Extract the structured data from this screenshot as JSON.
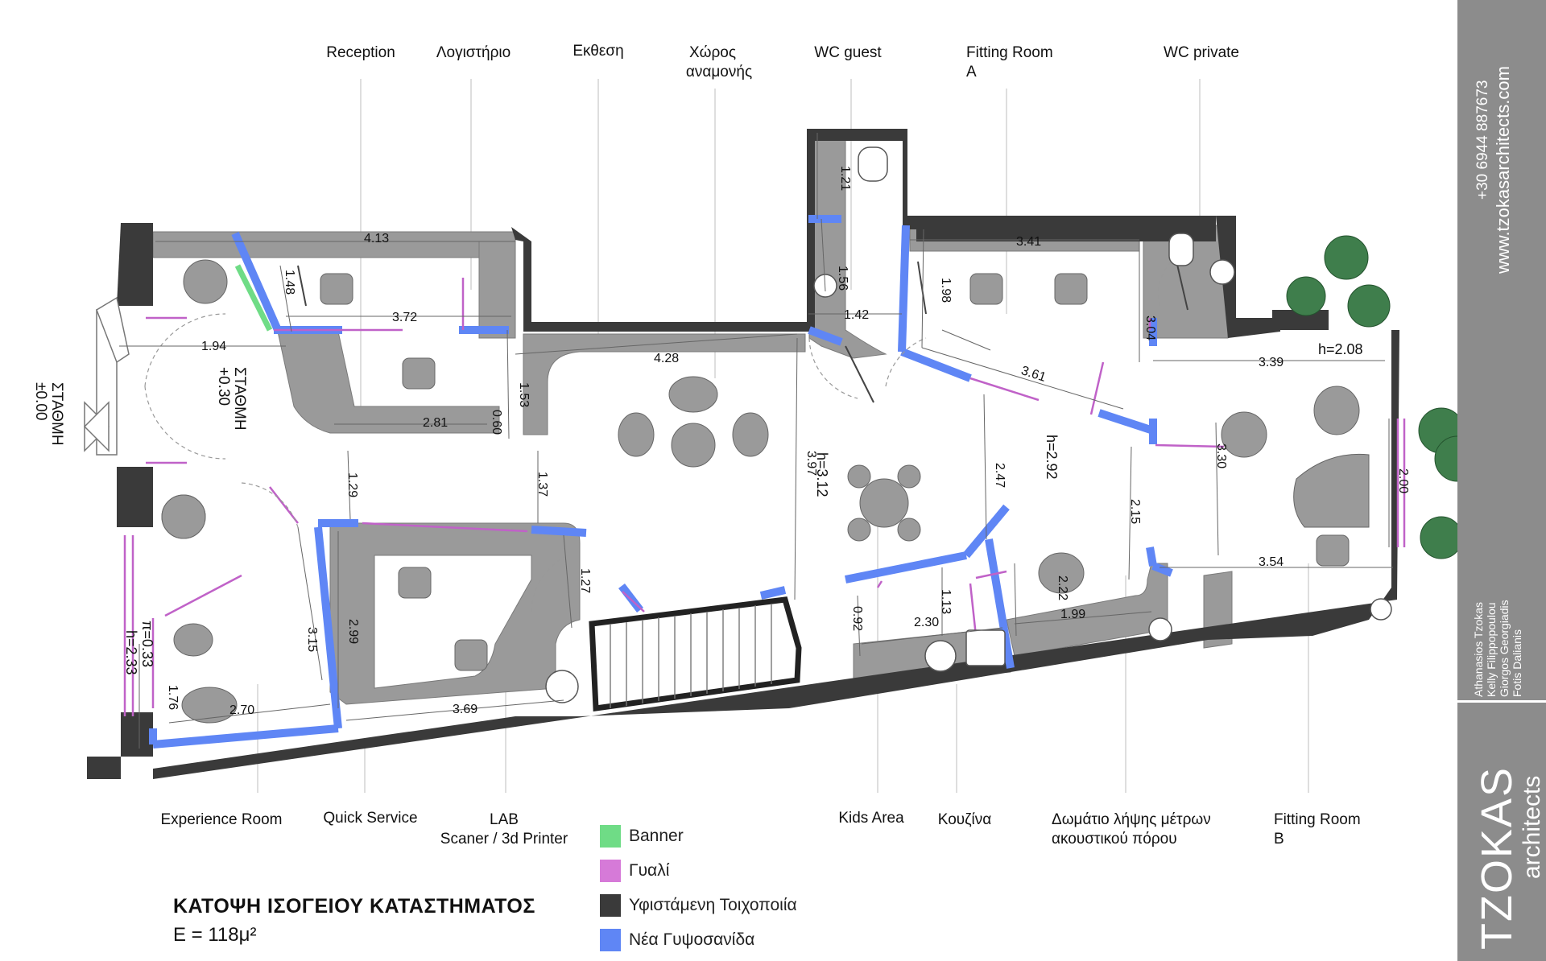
{
  "plan": {
    "title": "ΚΑΤΟΨΗ ΙΣΟΓΕΙΟΥ ΚΑΤΑΣΤΗΜΑΤΟΣ",
    "area": "Ε = 118μ²"
  },
  "rooms_top": {
    "reception": "Reception",
    "logistirio": "Λογιστήριο",
    "ekthesi": "Εκθεση",
    "xoros_line1": "Χώρος",
    "xoros_line2": "αναμονής",
    "wc_guest": "WC guest",
    "fitting_a_line1": "Fitting Room",
    "fitting_a_line2": "A",
    "wc_private": "WC private"
  },
  "rooms_bottom": {
    "experience": "Experience Room",
    "quick": "Quick Service",
    "lab_line1": "LAB",
    "lab_line2": "Scaner / 3d Printer",
    "kids": "Kids Area",
    "kouzina": "Κουζίνα",
    "metra_line1": "Δωμάτιο λήψης μέτρων",
    "metra_line2": "ακουστικού πόρου",
    "fitting_b_line1": "Fitting Room",
    "fitting_b_line2": "B"
  },
  "levels": {
    "street_label": "ΣΤΑΘΜΗ",
    "street_value": "±0.00",
    "inner_label": "ΣΤΑΘΜΗ",
    "inner_value": "+0.30"
  },
  "dimensions": {
    "d413": "4.13",
    "d148": "1.48",
    "d372": "3.72",
    "d194": "1.94",
    "d153": "1.53",
    "d281": "2.81",
    "d060": "0.60",
    "d428": "4.28",
    "d121": "1.21",
    "d156": "1.56",
    "d142": "1.42",
    "d341": "3.41",
    "d198": "1.98",
    "d304": "3.04",
    "d361": "3.61",
    "d339": "3.39",
    "h208": "h=2.08",
    "h292": "h=2.92",
    "d247": "2.47",
    "d397": "3.97",
    "h312": "h=3.12",
    "d129": "1.29",
    "d137": "1.37",
    "d127": "1.27",
    "d315": "3.15",
    "d299": "2.99",
    "d033": "π=0.33",
    "h233": "h=2.33",
    "d176": "1.76",
    "d270": "2.70",
    "d369": "3.69",
    "d092": "0.92",
    "d113": "1.13",
    "d230": "2.30",
    "d222": "2.22",
    "d199": "1.99",
    "d215": "2.15",
    "d330": "3.30",
    "d200": "2.00",
    "d354": "3.54"
  },
  "legend": [
    {
      "label": "Banner",
      "color": "#6fdc86"
    },
    {
      "label": "Γυαλί",
      "color": "#d67ad8"
    },
    {
      "label": "Υφιστάμενη Τοιχοποιία",
      "color": "#3a3a3a"
    },
    {
      "label": "Νέα Γυψοσανίδα",
      "color": "#5f86f5"
    }
  ],
  "sidebar": {
    "phone": "+30 6944 887673",
    "website": "www.tzokasarchitects.com",
    "team": [
      "Athanasios Tzokas",
      "Kelly Filippopoulou",
      "Giorgos Georgiadis",
      "Fotis Dalianis"
    ],
    "brand": "TZOKAS",
    "brand_sub": "architects"
  },
  "colors": {
    "wall": "#3a3a3a",
    "furniture": "#9a9a9a",
    "gypsum": "#5f86f5",
    "glass": "#c062c8",
    "banner": "#6fdc86",
    "sidebar": "#8c8c8c"
  }
}
